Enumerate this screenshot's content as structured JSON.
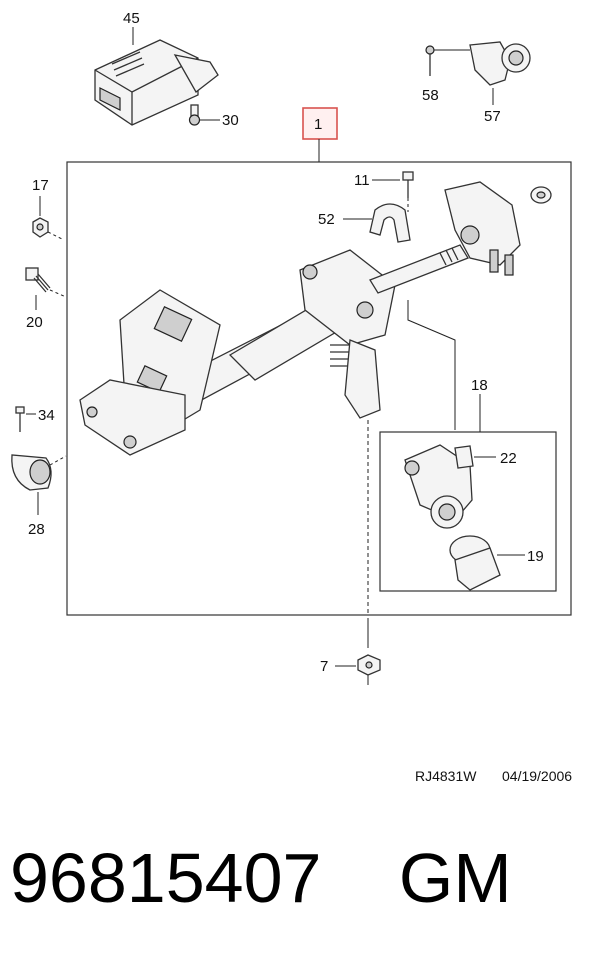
{
  "diagram": {
    "callouts": {
      "c45": "45",
      "c30": "30",
      "c58": "58",
      "c57": "57",
      "c1": "1",
      "c17": "17",
      "c11": "11",
      "c52": "52",
      "c20": "20",
      "c18": "18",
      "c34": "34",
      "c22": "22",
      "c28": "28",
      "c19": "19",
      "c7": "7"
    },
    "drawing_code": "RJ4831W",
    "drawing_date": "04/19/2006",
    "highlight_color": "#d9534f"
  },
  "footer": {
    "part_number": "96815407",
    "brand": "GM"
  }
}
